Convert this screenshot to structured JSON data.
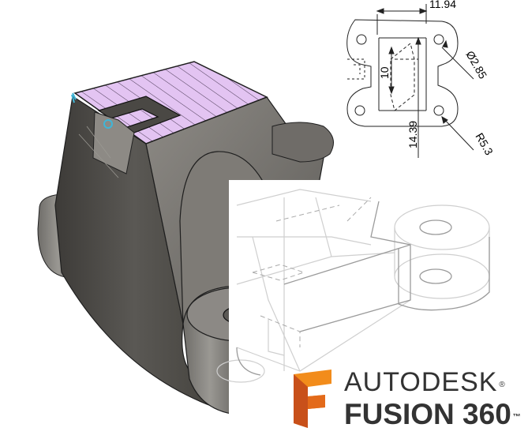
{
  "drawing": {
    "dimensions": {
      "width_top": "11.94",
      "height_mid": "10",
      "height_left": "14.39",
      "hole_diameter": "Ø2.85",
      "radius": "R5.3"
    }
  },
  "brand": {
    "line1": "AUTODESK",
    "line2": "FUSION 360",
    "trademark_line1": "®",
    "trademark_line2": "™",
    "logo_icon": "fusion-f-logo-icon",
    "colors": {
      "logo_orange": "#f28c1b",
      "logo_dark": "#c8501a",
      "text": "#333333"
    }
  },
  "model": {
    "colors": {
      "body": "#5e5c58",
      "body_light": "#8a8782",
      "top_face_hatch": "#e3c4f2",
      "wire": "#bdbdbd"
    }
  }
}
